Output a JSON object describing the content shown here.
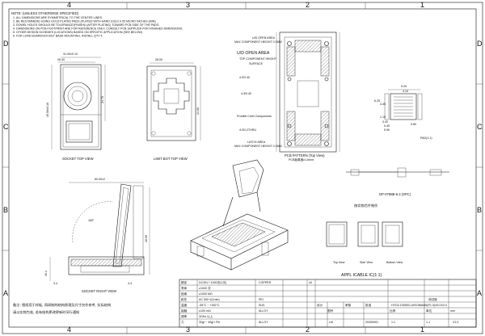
{
  "zones": {
    "cols": [
      "4",
      "3",
      "2",
      "1"
    ],
    "rows": [
      "D",
      "C",
      "B",
      "A"
    ]
  },
  "notes": {
    "heading": "NOTE: (UNLESS OTHERWISE SPECIFIED)",
    "lines": [
      "1. ALL DIMENSIONS ARE SYMMETRICAL TO THE CENTER LINES.",
      "2. BE RECOMMEND USING GOLD PLATED PADS (PLATED WITH HARD GOLD 0.05 MICRO INCHES (MIN).",
      "3. DOWEL HOLES SHOULD BE TOLERANCE(FINISH)/ (AFTER PLATING) TOWARD PCB SIDE OF THE PADS.",
      "4. DIMENSIONS ON PCB FOOTPRINT ARE FOR REFERENCE ONLY, CONSULT PCB SUPPLIER FOR FINISHED DIMENSIONS.",
      "5. OTHER DESIGN SCHEMES (LOCATIONS) BASED ON SPECIFIC APPLICATION (SEE BELOW).",
      "6. FOR LOAD BOARD/SOCKET BASE MOUNTING, INSTALL QTY 4."
    ]
  },
  "views": {
    "top": {
      "label": "SOCKET TOP VIEW",
      "dim_width": "31.00±0.10",
      "dim_inner": "26.40",
      "dim_height": "40.00±0.10",
      "dim_side": "24.70"
    },
    "limit": {
      "label": "LIMIT BOT TOP VIEW",
      "dim_width": "26.00",
      "dim_height": "24.60"
    },
    "pcb": {
      "ud_open_area": "U/D OPEN AREA",
      "max_height_1": "MAX COMPONENT HEIGHT 0.3MM",
      "ud_open_area_large": "U/D OPEN AREA",
      "top_component": "TOP COMPONENT HEIGHT",
      "surface": "SURFACE",
      "holes_top": "4-Φ2.40",
      "pad": "4-Φ0.40",
      "prohibit": "Prohibit Cloth Components",
      "holes_thru": "4-Φ2.2THRU",
      "latch_area": "LATCH AREA",
      "max_height_2": "MAX COMPONENT HEIGHT 0.3MM",
      "title": "PCB PATTERN (Top View)",
      "thickness": "PCB板厚度≥1.6mm"
    },
    "pad": {
      "dims": [
        "5.20",
        "4.10",
        "6.25",
        "3.45",
        "1.15",
        "3.42",
        "0.45",
        "0.80",
        "5.90"
      ],
      "label": "PAD(1:1)"
    },
    "profile": {
      "label": "DP-0788B-6.3 (SPC)"
    },
    "chip": {
      "note": "按实物芯片制作",
      "views": [
        "Top View",
        "Side View",
        "Bottom View"
      ],
      "applicable": "APPL ICABLE IC(1:1)"
    },
    "right": {
      "label": "SOCKET RIGHT VIEW",
      "dim_width": "60.00±2",
      "angle": "165°",
      "dim_height": "10.1",
      "dim_side": "16.00",
      "dim_left": "3.4",
      "dim_right": "4.4"
    }
  },
  "footer": {
    "lines": [
      "备注: 图纸用于样板, 再研制的结构原理及尺寸仅作参考, 实际结构",
      "请以实物为准, 若有结构更改更新时另行通知"
    ]
  },
  "title_block": {
    "spec_keys": [
      "额定",
      "寿命",
      "绝缘",
      "耐压",
      "温度",
      "接触",
      "频率",
      "力"
    ],
    "spec_values": [
      "DC30V / 1000次(1次)",
      "≥1000 次",
      "≥1000 MΩ",
      "AC 500 V(1min)",
      "-55°C ~ +150°C",
      "≤100 mΩ",
      "3GHz 以上",
      "30gf ~ 40gf / Pin"
    ],
    "materials": [
      "COPPER",
      "PEI",
      "SUS",
      "ALLOY",
      "ALLOY"
    ],
    "qtys": [
      "44"
    ],
    "headers": [
      "设计",
      "审核",
      "批准",
      "图号"
    ],
    "drawn_by": "LIK",
    "date": "20250901",
    "name": "测试座",
    "part_number": "HYDZ-DS5901-WSON6MM(P1.0)X5.0X3.0",
    "scale_label": "比例",
    "unit_label": "单位",
    "unit": "mm",
    "scale": "1:1",
    "sheet": "1-1",
    "version": "V1.0"
  }
}
